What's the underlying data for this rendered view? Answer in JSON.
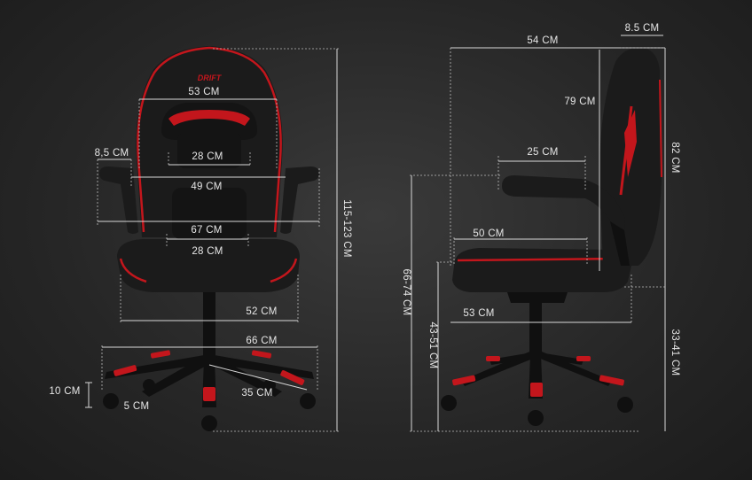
{
  "labels": {
    "front_width_53": "53 CM",
    "front_lumbar_28": "28 CM",
    "front_arm_8_5": "8,5 CM",
    "front_width_49": "49 CM",
    "front_width_67": "67 CM",
    "front_seat_28": "28 CM",
    "front_seat_52": "52 CM",
    "front_base_66": "66 CM",
    "front_caster_10": "10 CM",
    "front_caster_5": "5 CM",
    "front_leg_35": "35 CM",
    "front_height": "115-123 CM",
    "side_depth_54": "54 CM",
    "side_top_8_5": "8.5 CM",
    "side_back_79": "79 CM",
    "side_back_82": "82 CM",
    "side_arm_25": "25 CM",
    "side_seat_50": "50 CM",
    "side_arm_height": "66-74 CM",
    "side_seat_height": "43-51 CM",
    "side_seat_53": "53 CM",
    "side_gas_height": "33-41 CM"
  },
  "brand": {
    "logo_text": "DRIFT"
  },
  "colors": {
    "accent": "#c3161c",
    "background": "#262626",
    "leather": "#1b1b1b",
    "text": "#e6e6e6"
  }
}
